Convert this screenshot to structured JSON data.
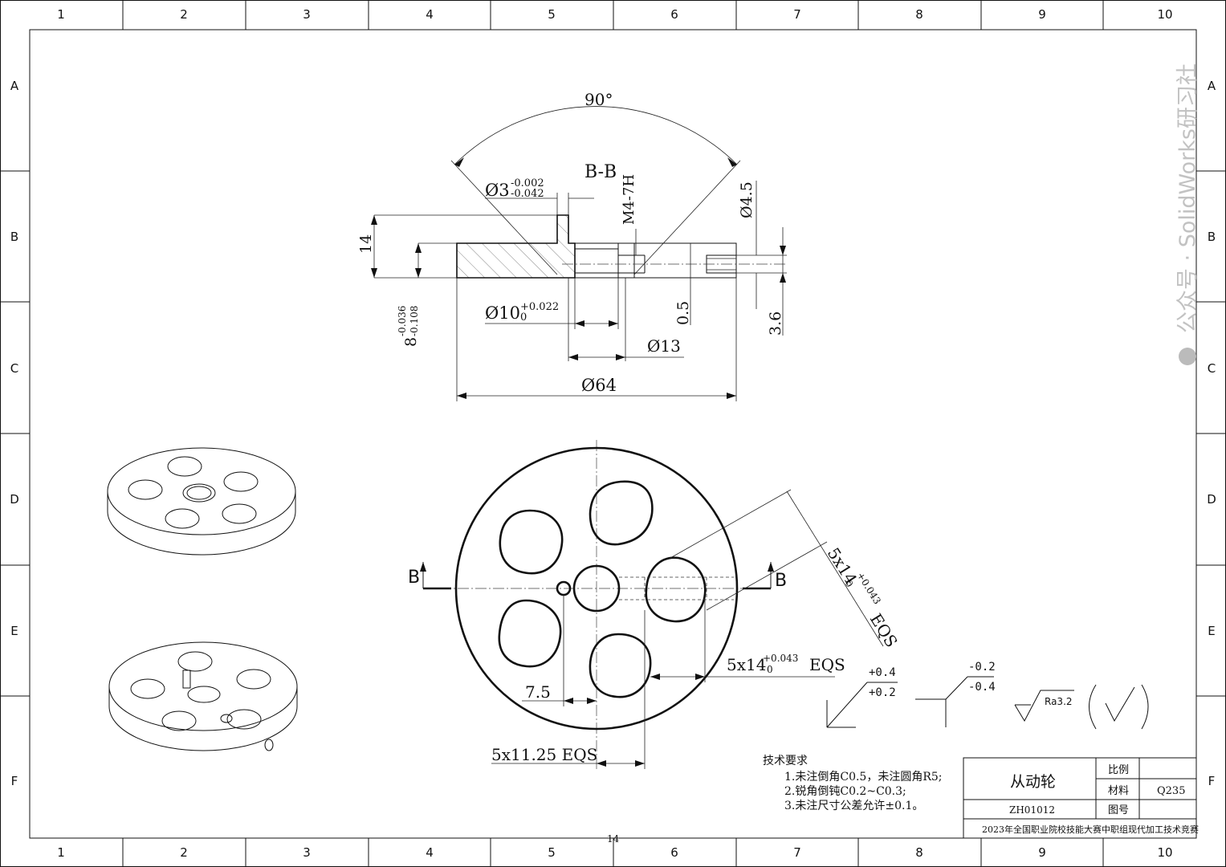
{
  "border": {
    "columns": [
      "1",
      "2",
      "3",
      "4",
      "5",
      "6",
      "7",
      "8",
      "9",
      "10"
    ],
    "rows": [
      "A",
      "B",
      "C",
      "D",
      "E",
      "F"
    ]
  },
  "section": {
    "label": "B-B",
    "angle": "90°",
    "dims": {
      "d3": "Ø3",
      "d3_upper": "-0.002",
      "d3_lower": "-0.042",
      "thread": "M4-7H",
      "d45": "Ø4.5",
      "h14": "14",
      "h8": "8",
      "h8_upper": "-0.036",
      "h8_lower": "-0.108",
      "d10": "Ø10",
      "d10_upper": "+0.022",
      "d10_lower": "0",
      "d05": "0.5",
      "d36": "3.6",
      "d13": "Ø13",
      "d64": "Ø64"
    }
  },
  "front": {
    "section_mark": "B",
    "dim_slot_angle": "5x14",
    "dim_slot_angle_upper": "+0.043",
    "dim_slot_angle_lower": "0",
    "dim_slot_angle_suffix": "EQS",
    "dim_slot_h": "5x14",
    "dim_slot_h_upper": "+0.043",
    "dim_slot_h_lower": "0",
    "dim_slot_h_suffix": "EQS",
    "dim_75": "7.5",
    "dim_1125": "5x11.25 EQS"
  },
  "symbols": {
    "tol1_upper": "+0.4",
    "tol1_lower": "+0.2",
    "tol2_upper": "-0.2",
    "tol2_lower": "-0.4",
    "roughness": "Ra3.2"
  },
  "notes": {
    "title": "技术要求",
    "items": [
      "1.未注倒角C0.5，未注圆角R5;",
      "2.锐角倒钝C0.2~C0.3;",
      "3.未注尺寸公差允许±0.1。"
    ]
  },
  "title_block": {
    "part_name": "从动轮",
    "ratio_label": "比例",
    "material_label": "材料",
    "material": "Q235",
    "drawing_no_label": "图号",
    "drawing_no": "ZH01012",
    "competition": "2023年全国职业院校技能大赛中职组现代加工技术竞赛"
  },
  "page_number": "14",
  "watermark": "公众号 · SolidWorks研习社"
}
